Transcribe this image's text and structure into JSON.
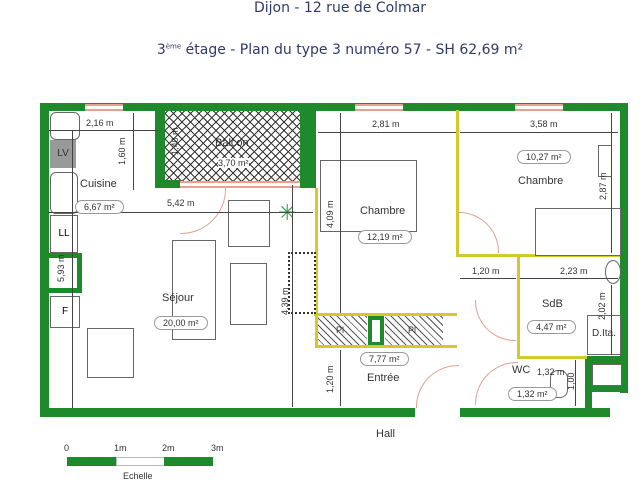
{
  "header": {
    "title": "Dijon - 12 rue de Colmar",
    "subtitle_prefix": "3",
    "subtitle_sup": "ème",
    "subtitle": " étage - Plan du type 3 numéro 57 - SH 62,69 m²"
  },
  "rooms": {
    "cuisine": {
      "label": "Cuisine",
      "area": "6,67 m²"
    },
    "balcon": {
      "label": "Balcon",
      "area": "3,70 m²"
    },
    "chambre1": {
      "label": "Chambre",
      "area": "12,19 m²"
    },
    "chambre2": {
      "label": "Chambre",
      "area": "10,27 m²"
    },
    "sejour": {
      "label": "Séjour",
      "area": "20,00 m²"
    },
    "entree": {
      "label": "Entrée",
      "area": "7,77 m²"
    },
    "sdb": {
      "label": "SdB",
      "area": "4,47 m²"
    },
    "wc": {
      "label": "WC",
      "area": "1,32 m²"
    },
    "hall": {
      "label": "Hall"
    }
  },
  "fixtures": {
    "lv": "LV",
    "ll": "LL",
    "f": "F",
    "dita": "D.Ita.",
    "pl1": "Pl",
    "pl2": "Pl"
  },
  "dimensions": {
    "d216": "2,16 m",
    "d160": "1,60 m",
    "d140": "1,40 m",
    "d542": "5,42 m",
    "d593": "5,93 m",
    "d281": "2,81 m",
    "d358": "3,58 m",
    "d409": "4,09 m",
    "d287": "2,87 m",
    "d120a": "1,20 m",
    "d223": "2,23 m",
    "d439": "4,39 m",
    "d120b": "1,20 m",
    "d202": "2,02 m",
    "d132": "1,32 m",
    "d100": "1,00"
  },
  "scale": {
    "ticks": [
      "0",
      "1m",
      "2m",
      "3m"
    ],
    "label": "Echelle"
  }
}
